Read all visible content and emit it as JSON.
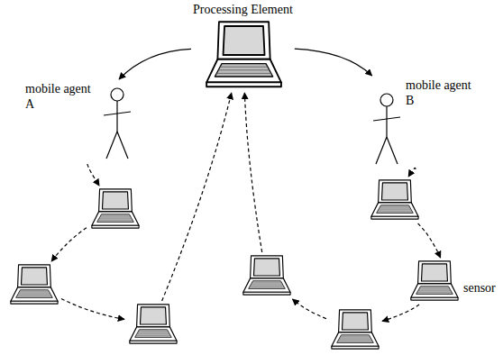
{
  "diagram": {
    "nodes": [
      {
        "text": [
          "Processing Element"
        ]
      },
      {
        "text": [
          "mobile agent",
          "A"
        ]
      },
      {
        "text": [
          "mobile agent",
          "B"
        ]
      },
      {
        "text": []
      },
      {
        "text": []
      },
      {
        "text": []
      },
      {
        "text": []
      },
      {
        "text": [
          "sensor"
        ]
      },
      {
        "text": []
      },
      {
        "text": []
      }
    ],
    "edges": [
      {
        "from": 0,
        "to": 1,
        "arrow": "to"
      },
      {
        "from": 0,
        "to": 2,
        "arrow": "to"
      },
      {
        "from": 1,
        "to": 3,
        "arrow": "to"
      },
      {
        "from": 3,
        "to": 5,
        "arrow": "to"
      },
      {
        "from": 5,
        "to": 8,
        "arrow": "to"
      },
      {
        "from": 8,
        "to": 0,
        "arrow": "to"
      },
      {
        "from": 2,
        "to": 4,
        "arrow": "to"
      },
      {
        "from": 4,
        "to": 7,
        "arrow": "to"
      },
      {
        "from": 7,
        "to": 9,
        "arrow": "to"
      },
      {
        "from": 9,
        "to": 6,
        "arrow": "to"
      },
      {
        "from": 6,
        "to": 0,
        "arrow": "to"
      }
    ]
  }
}
